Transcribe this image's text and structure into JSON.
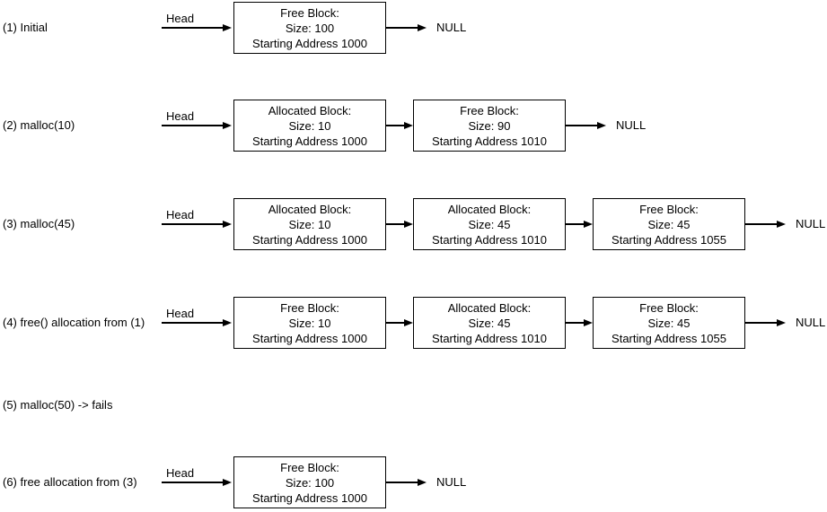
{
  "diagram": {
    "colors": {
      "stroke": "#000000",
      "background": "#ffffff"
    },
    "head_label": "Head",
    "null_label": "NULL",
    "rows": [
      {
        "label": "(1) Initial",
        "nodes": [
          {
            "line1": "Free Block:",
            "line2": "Size: 100",
            "line3": "Starting Address 1000"
          }
        ]
      },
      {
        "label": "(2) malloc(10)",
        "nodes": [
          {
            "line1": "Allocated Block:",
            "line2": "Size: 10",
            "line3": "Starting Address 1000"
          },
          {
            "line1": "Free Block:",
            "line2": "Size: 90",
            "line3": "Starting Address 1010"
          }
        ]
      },
      {
        "label": "(3) malloc(45)",
        "nodes": [
          {
            "line1": "Allocated Block:",
            "line2": "Size: 10",
            "line3": "Starting Address 1000"
          },
          {
            "line1": "Allocated Block:",
            "line2": "Size: 45",
            "line3": "Starting Address 1010"
          },
          {
            "line1": "Free Block:",
            "line2": "Size: 45",
            "line3": "Starting Address 1055"
          }
        ]
      },
      {
        "label": "(4) free() allocation from (1)",
        "nodes": [
          {
            "line1": "Free Block:",
            "line2": "Size: 10",
            "line3": "Starting Address 1000"
          },
          {
            "line1": "Allocated Block:",
            "line2": "Size: 45",
            "line3": "Starting Address 1010"
          },
          {
            "line1": "Free Block:",
            "line2": "Size: 45",
            "line3": "Starting Address 1055"
          }
        ]
      },
      {
        "label": "(5) malloc(50) -> fails",
        "nodes": []
      },
      {
        "label": "(6) free allocation from (3)",
        "nodes": [
          {
            "line1": "Free Block:",
            "line2": "Size: 100",
            "line3": "Starting Address 1000"
          }
        ]
      }
    ]
  }
}
